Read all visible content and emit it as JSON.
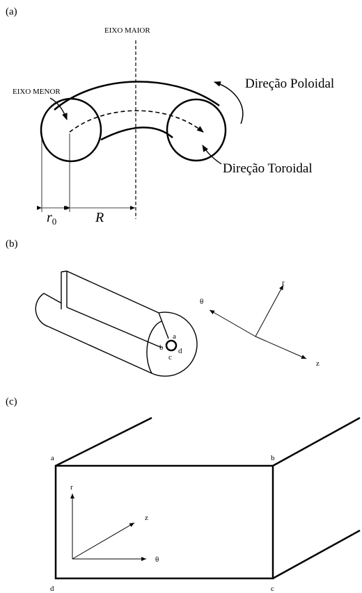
{
  "panel_a": {
    "tag": "(a)",
    "major_axis": "EIXO MAIOR",
    "minor_axis": "EIXO MENOR",
    "poloidal": "Direção Poloidal",
    "toroidal": "Direção Toroidal",
    "r0_base": "r",
    "r0_sub": "0",
    "R": "R"
  },
  "panel_b": {
    "tag": "(b)",
    "pt_a": "a",
    "pt_b": "b",
    "pt_c": "c",
    "pt_d": "d",
    "axis_r": "r",
    "axis_theta": "θ",
    "axis_z": "z"
  },
  "panel_c": {
    "tag": "(c)",
    "corner_a": "a",
    "corner_b": "b",
    "corner_c": "c",
    "corner_d": "d",
    "axis_r": "r",
    "axis_z": "z",
    "axis_theta": "θ"
  }
}
